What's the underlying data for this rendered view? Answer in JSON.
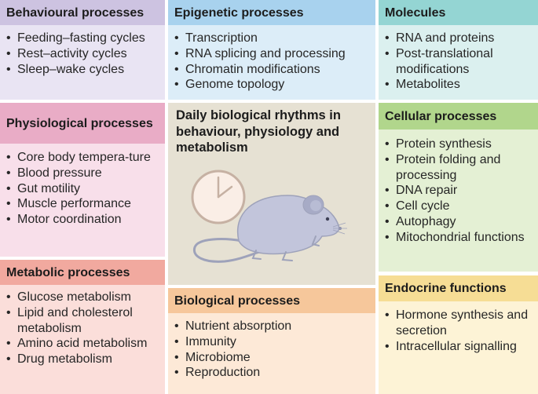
{
  "center": {
    "title": "Daily biological rhythms in behaviour, physiology and metabolism",
    "illustration": [
      "clock-icon",
      "mouse-illustration"
    ]
  },
  "colors": {
    "purple_header": "#cdc3e1",
    "purple_body": "#e9e4f3",
    "blue_header": "#a8d2ee",
    "blue_body": "#dcedf8",
    "teal_header": "#94d5d3",
    "teal_body": "#dbf0ef",
    "pink_header": "#e9acc6",
    "pink_body": "#f8dfea",
    "green_header": "#b1d68c",
    "green_body": "#e4f0d4",
    "salmon_header": "#f1a99f",
    "salmon_body": "#fbdeda",
    "orange_header": "#f6c79b",
    "orange_body": "#fde9d7",
    "yellow_header": "#f6dd95",
    "yellow_body": "#fdf3d6",
    "center_bg": "#e6e1d3"
  },
  "panels": {
    "behavioural": {
      "title": "Behavioural processes",
      "items": [
        "Feeding–fasting cycles",
        "Rest–activity cycles",
        "Sleep–wake cycles"
      ]
    },
    "epigenetic": {
      "title": "Epigenetic processes",
      "items": [
        "Transcription",
        "RNA splicing and processing",
        "Chromatin modifications",
        "Genome topology"
      ]
    },
    "molecules": {
      "title": "Molecules",
      "items": [
        "RNA and proteins",
        "Post-translational modifications",
        "Metabolites"
      ]
    },
    "physiological": {
      "title": "Physiological processes",
      "items": [
        "Core body tempera-ture",
        "Blood pressure",
        "Gut motility",
        "Muscle performance",
        "Motor coordination"
      ]
    },
    "cellular": {
      "title": "Cellular processes",
      "items": [
        "Protein synthesis",
        "Protein folding and processing",
        "DNA repair",
        "Cell cycle",
        "Autophagy",
        "Mitochondrial functions"
      ]
    },
    "metabolic": {
      "title": "Metabolic processes",
      "items": [
        "Glucose metabolism",
        "Lipid and cholesterol metabolism",
        "Amino acid metabolism",
        "Drug metabolism"
      ]
    },
    "biological": {
      "title": "Biological processes",
      "items": [
        "Nutrient absorption",
        "Immunity",
        "Microbiome",
        "Reproduction"
      ]
    },
    "endocrine": {
      "title": "Endocrine functions",
      "items": [
        "Hormone synthesis and secretion",
        "Intracellular signalling"
      ]
    }
  }
}
